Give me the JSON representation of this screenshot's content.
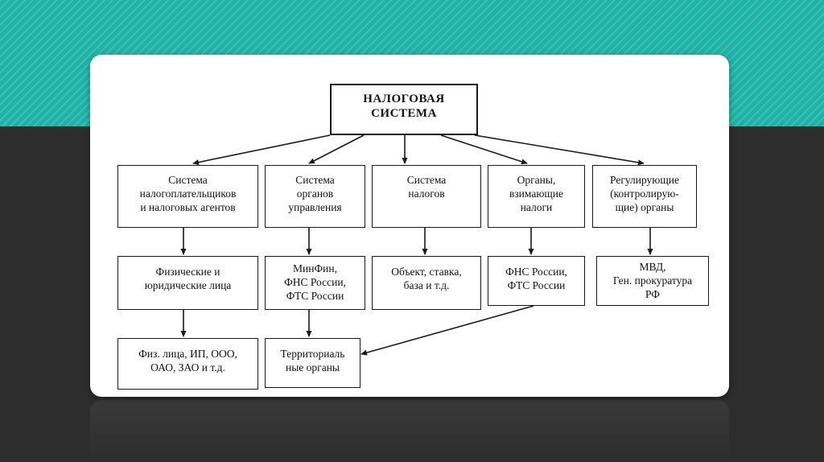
{
  "diagram": {
    "root": "НАЛОГОВАЯ\nСИСТЕМА",
    "level1": [
      "Система\nналогоплательщиков\nи налоговых агентов",
      "Система\nорганов\nуправления",
      "Система\nналогов",
      "Органы,\nвзимающие\nналоги",
      "Регулирующие\n(контролирую-\nщие) органы"
    ],
    "level2": [
      "Физические и\nюридические лица",
      "МинФин,\nФНС России,\nФТС России",
      "Объект, ставка,\nбаза и т.д.",
      "ФНС России,\nФТС России",
      "МВД,\nГен. прокуратура\nРФ"
    ],
    "level3": [
      "Физ. лица, ИП, ООО,\nОАО, ЗАО и т.д.",
      "Территориаль\nные органы"
    ]
  },
  "colors": {
    "accent_teal": "#1fb3a8",
    "background_dark": "#2d2d2d",
    "card": "#ffffff",
    "line": "#1a1a1a"
  }
}
